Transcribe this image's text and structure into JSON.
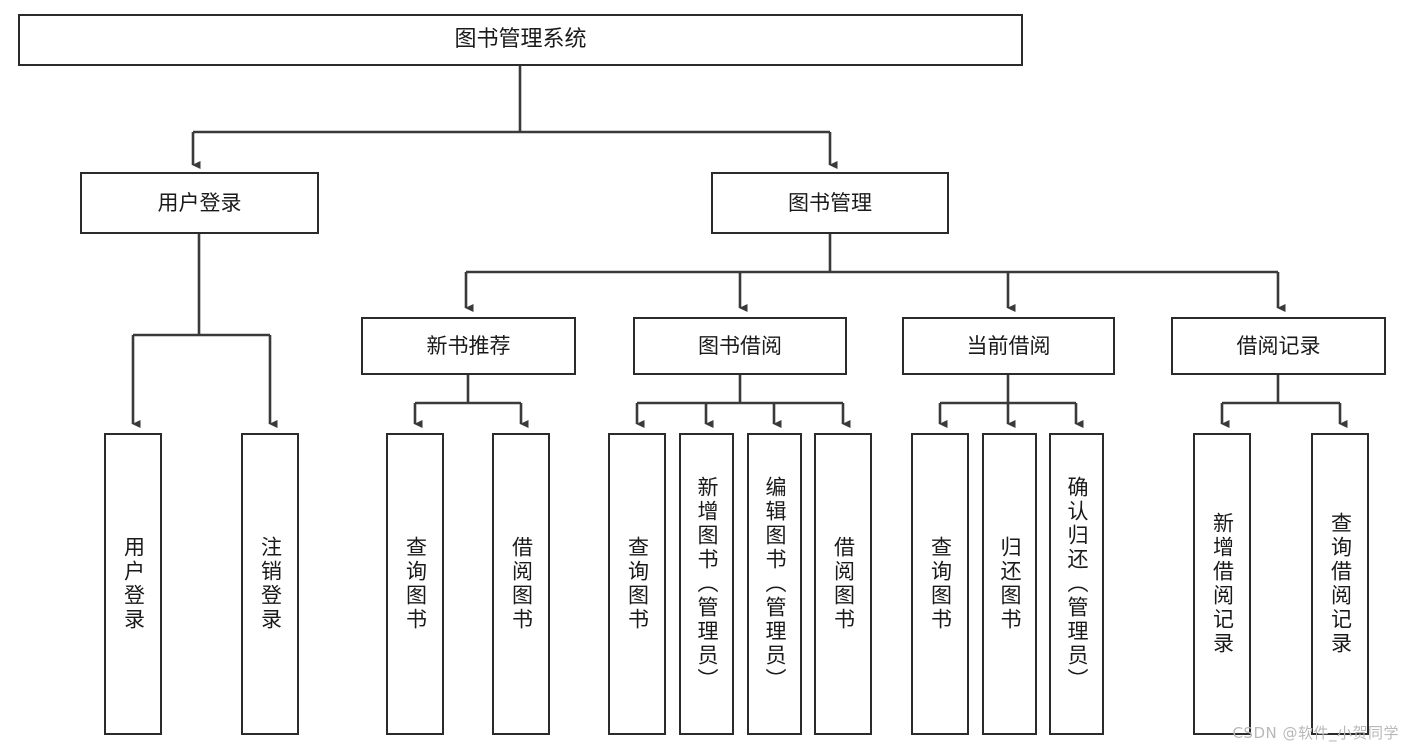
{
  "diagram": {
    "title": "图书管理系统",
    "type": "tree-hierarchy-chart",
    "root": {
      "label": "图书管理系统"
    },
    "level2": [
      {
        "label": "用户登录"
      },
      {
        "label": "图书管理"
      }
    ],
    "level3": [
      {
        "label": "新书推荐"
      },
      {
        "label": "图书借阅"
      },
      {
        "label": "当前借阅"
      },
      {
        "label": "借阅记录"
      }
    ],
    "leaves": [
      {
        "label": "用户登录"
      },
      {
        "label": "注销登录"
      },
      {
        "label": "查询图书"
      },
      {
        "label": "借阅图书"
      },
      {
        "label": "查询图书"
      },
      {
        "label": "新增图书（管理员）"
      },
      {
        "label": "编辑图书（管理员）"
      },
      {
        "label": "借阅图书"
      },
      {
        "label": "查询图书"
      },
      {
        "label": "归还图书"
      },
      {
        "label": "确认归还（管理员）"
      },
      {
        "label": "新增借阅记录"
      },
      {
        "label": "查询借阅记录"
      }
    ],
    "watermark": "CSDN @软件_小贺同学",
    "colors": {
      "box_border": "#2b2b2b",
      "box_fill": "#ffffff",
      "connector": "#3a3a3a",
      "text": "#1a1a1a",
      "watermark": "#b9b9b9"
    }
  }
}
